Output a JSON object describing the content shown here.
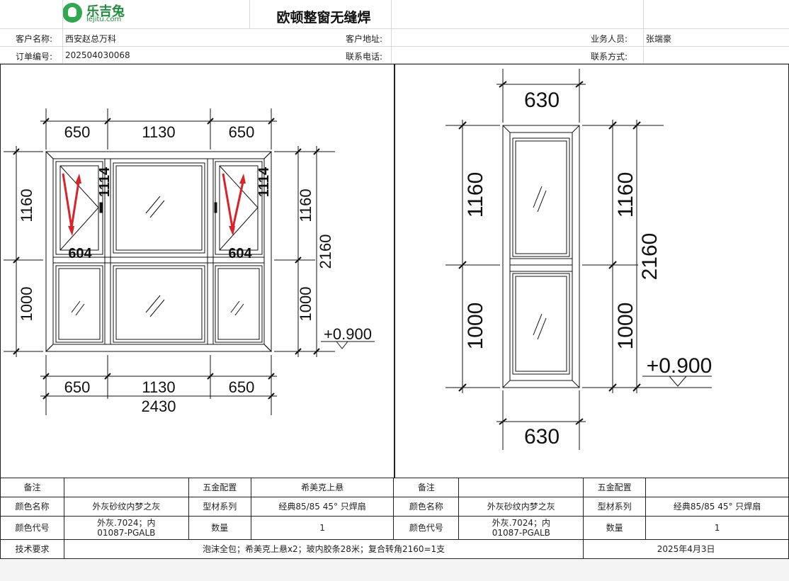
{
  "logo": {
    "cn": "乐吉兔",
    "en": "lejitu.com"
  },
  "title": "欧顿整窗无缝焊",
  "header": {
    "customer_name_label": "客户名称:",
    "customer_name": "西安赵总万科",
    "customer_address_label": "客户地址:",
    "customer_address": "",
    "sales_label": "业务人员:",
    "sales": "张端豪",
    "order_no_label": "订单编号:",
    "order_no": "202504030068",
    "phone_label": "联系电话:",
    "phone": "",
    "contact_label": "联系方式:",
    "contact": ""
  },
  "drawing_left": {
    "top_dims": [
      "650",
      "1130",
      "650"
    ],
    "bottom_dims": [
      "650",
      "1130",
      "650"
    ],
    "total_width": "2430",
    "left_dims": [
      "1160",
      "1000"
    ],
    "right_dims": [
      "1160",
      "1000"
    ],
    "total_height": "2160",
    "sash_height_left": "1114",
    "sash_height_right": "1114",
    "sash_width_left": "604",
    "sash_width_right": "604",
    "elevation": "+0.900"
  },
  "drawing_right": {
    "top_dim": "630",
    "bottom_dim": "630",
    "left_dims": [
      "1160",
      "1000"
    ],
    "right_dims": [
      "1160",
      "1000"
    ],
    "total_height": "2160",
    "elevation": "+0.900"
  },
  "spec_left": {
    "remark_label": "备注",
    "remark": "",
    "hardware_label": "五金配置",
    "hardware": "希美克上悬",
    "color_name_label": "颜色名称",
    "color_name": "外灰砂纹内梦之灰",
    "profile_label": "型材系列",
    "profile": "经典85/85 45° 只焊扇",
    "color_code_label": "颜色代号",
    "color_code_1": "外灰.7024；内",
    "color_code_2": "01087-PGALB",
    "qty_label": "数量",
    "qty": "1"
  },
  "spec_right": {
    "remark_label": "备注",
    "remark": "",
    "hardware_label": "五金配置",
    "hardware": "",
    "color_name_label": "颜色名称",
    "color_name": "外灰砂纹内梦之灰",
    "profile_label": "型材系列",
    "profile": "经典85/85 45° 只焊扇",
    "color_code_label": "颜色代号",
    "color_code_1": "外灰.7024；内",
    "color_code_2": "01087-PGALB",
    "qty_label": "数量",
    "qty": "1"
  },
  "tech": {
    "label": "技术要求",
    "text": "泡沫全包；希美克上悬x2；玻内胶条28米；复合转角2160=1支",
    "date": "2025年4月3日"
  }
}
